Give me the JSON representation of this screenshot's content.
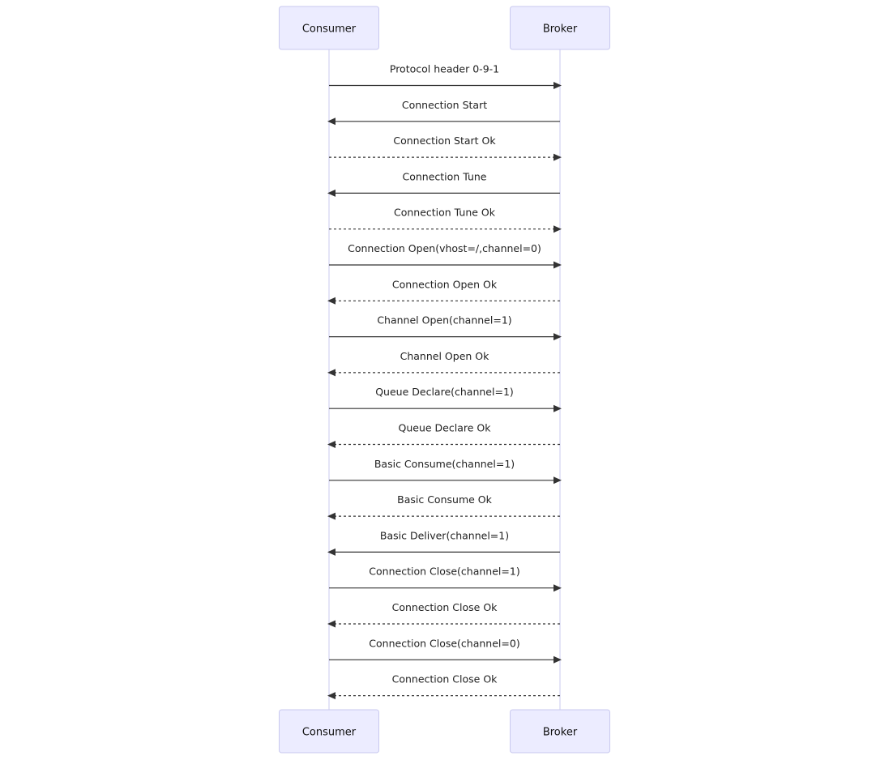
{
  "diagram": {
    "type": "sequence",
    "participants": [
      "Consumer",
      "Broker"
    ],
    "messages": [
      {
        "from": "Consumer",
        "to": "Broker",
        "label": "Protocol header 0-9-1",
        "style": "solid"
      },
      {
        "from": "Broker",
        "to": "Consumer",
        "label": "Connection Start",
        "style": "solid"
      },
      {
        "from": "Consumer",
        "to": "Broker",
        "label": "Connection Start Ok",
        "style": "dashed"
      },
      {
        "from": "Broker",
        "to": "Consumer",
        "label": "Connection Tune",
        "style": "solid"
      },
      {
        "from": "Consumer",
        "to": "Broker",
        "label": "Connection Tune Ok",
        "style": "dashed"
      },
      {
        "from": "Consumer",
        "to": "Broker",
        "label": "Connection Open(vhost=/,channel=0)",
        "style": "solid"
      },
      {
        "from": "Broker",
        "to": "Consumer",
        "label": "Connection Open Ok",
        "style": "dashed"
      },
      {
        "from": "Consumer",
        "to": "Broker",
        "label": "Channel Open(channel=1)",
        "style": "solid"
      },
      {
        "from": "Broker",
        "to": "Consumer",
        "label": "Channel Open Ok",
        "style": "dashed"
      },
      {
        "from": "Consumer",
        "to": "Broker",
        "label": "Queue Declare(channel=1)",
        "style": "solid"
      },
      {
        "from": "Broker",
        "to": "Consumer",
        "label": "Queue Declare Ok",
        "style": "dashed"
      },
      {
        "from": "Consumer",
        "to": "Broker",
        "label": "Basic Consume(channel=1)",
        "style": "solid"
      },
      {
        "from": "Broker",
        "to": "Consumer",
        "label": "Basic Consume Ok",
        "style": "dashed"
      },
      {
        "from": "Broker",
        "to": "Consumer",
        "label": "Basic Deliver(channel=1)",
        "style": "solid"
      },
      {
        "from": "Consumer",
        "to": "Broker",
        "label": "Connection Close(channel=1)",
        "style": "solid"
      },
      {
        "from": "Broker",
        "to": "Consumer",
        "label": "Connection Close Ok",
        "style": "dashed"
      },
      {
        "from": "Consumer",
        "to": "Broker",
        "label": "Connection Close(channel=0)",
        "style": "solid"
      },
      {
        "from": "Broker",
        "to": "Consumer",
        "label": "Connection Close Ok",
        "style": "dashed"
      }
    ]
  },
  "colors": {
    "actor_fill": "#ececff",
    "actor_border": "#c9c9ef",
    "line": "#333333"
  }
}
